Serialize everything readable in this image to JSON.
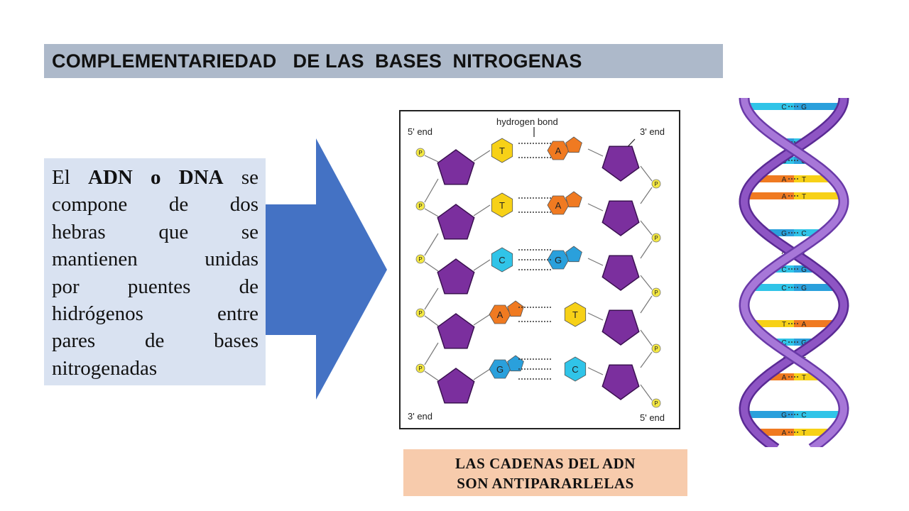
{
  "slide": {
    "title": "COMPLEMENTARIEDAD   DE LAS  BASES  NITROGENAS",
    "textbox": {
      "lines": [
        {
          "pre": "El ",
          "bold": "ADN o DNA",
          "post": " se"
        },
        {
          "text": "compone de dos"
        },
        {
          "text": "hebras que se"
        },
        {
          "text": "mantienen unidas"
        },
        {
          "text": "por puentes de"
        },
        {
          "text": "hidrógenos entre"
        },
        {
          "text": "pares de bases"
        },
        {
          "text": "nitrogenadas"
        }
      ]
    },
    "caption": {
      "line1": "LAS  CADENAS   DEL ADN",
      "line2": "SON  ANTIPARARLELAS"
    }
  },
  "diagram": {
    "label_hydrogen_bond": "hydrogen bond",
    "label_top_left": "5' end",
    "label_top_right": "3' end",
    "label_bottom_left": "3' end",
    "label_bottom_right": "5' end",
    "phosphate": "P",
    "pairs": [
      {
        "left": "T",
        "right": "A"
      },
      {
        "left": "T",
        "right": "A"
      },
      {
        "left": "C",
        "right": "G"
      },
      {
        "left": "A",
        "right": "T"
      },
      {
        "left": "G",
        "right": "C"
      }
    ]
  },
  "helix": {
    "rungs": [
      {
        "left": "C",
        "right": "G"
      },
      {
        "left": "G",
        "right": "C"
      },
      {
        "left": "C",
        "right": "G"
      },
      {
        "left": "A",
        "right": "T"
      },
      {
        "left": "A",
        "right": "T"
      },
      {
        "left": "G",
        "right": "C"
      },
      {
        "left": "A",
        "right": "T"
      },
      {
        "left": "C",
        "right": "G"
      },
      {
        "left": "C",
        "right": "G"
      },
      {
        "left": "T",
        "right": "A"
      },
      {
        "left": "C",
        "right": "G"
      },
      {
        "left": "A",
        "right": "T"
      },
      {
        "left": "A",
        "right": "T"
      },
      {
        "left": "G",
        "right": "C"
      },
      {
        "left": "A",
        "right": "T"
      }
    ]
  },
  "colors": {
    "title_bar": "#adb9ca",
    "textbox_bg": "#d9e2f1",
    "arrow": "#4472c4",
    "caption_bg": "#f7cbac",
    "sugar": "#7b2f9e",
    "phosphate": "#f4e842",
    "T": "#f7d117",
    "A": "#f07a21",
    "C": "#30c4e8",
    "G": "#2aa0dc",
    "helix_backbone": "#8e55c4"
  }
}
